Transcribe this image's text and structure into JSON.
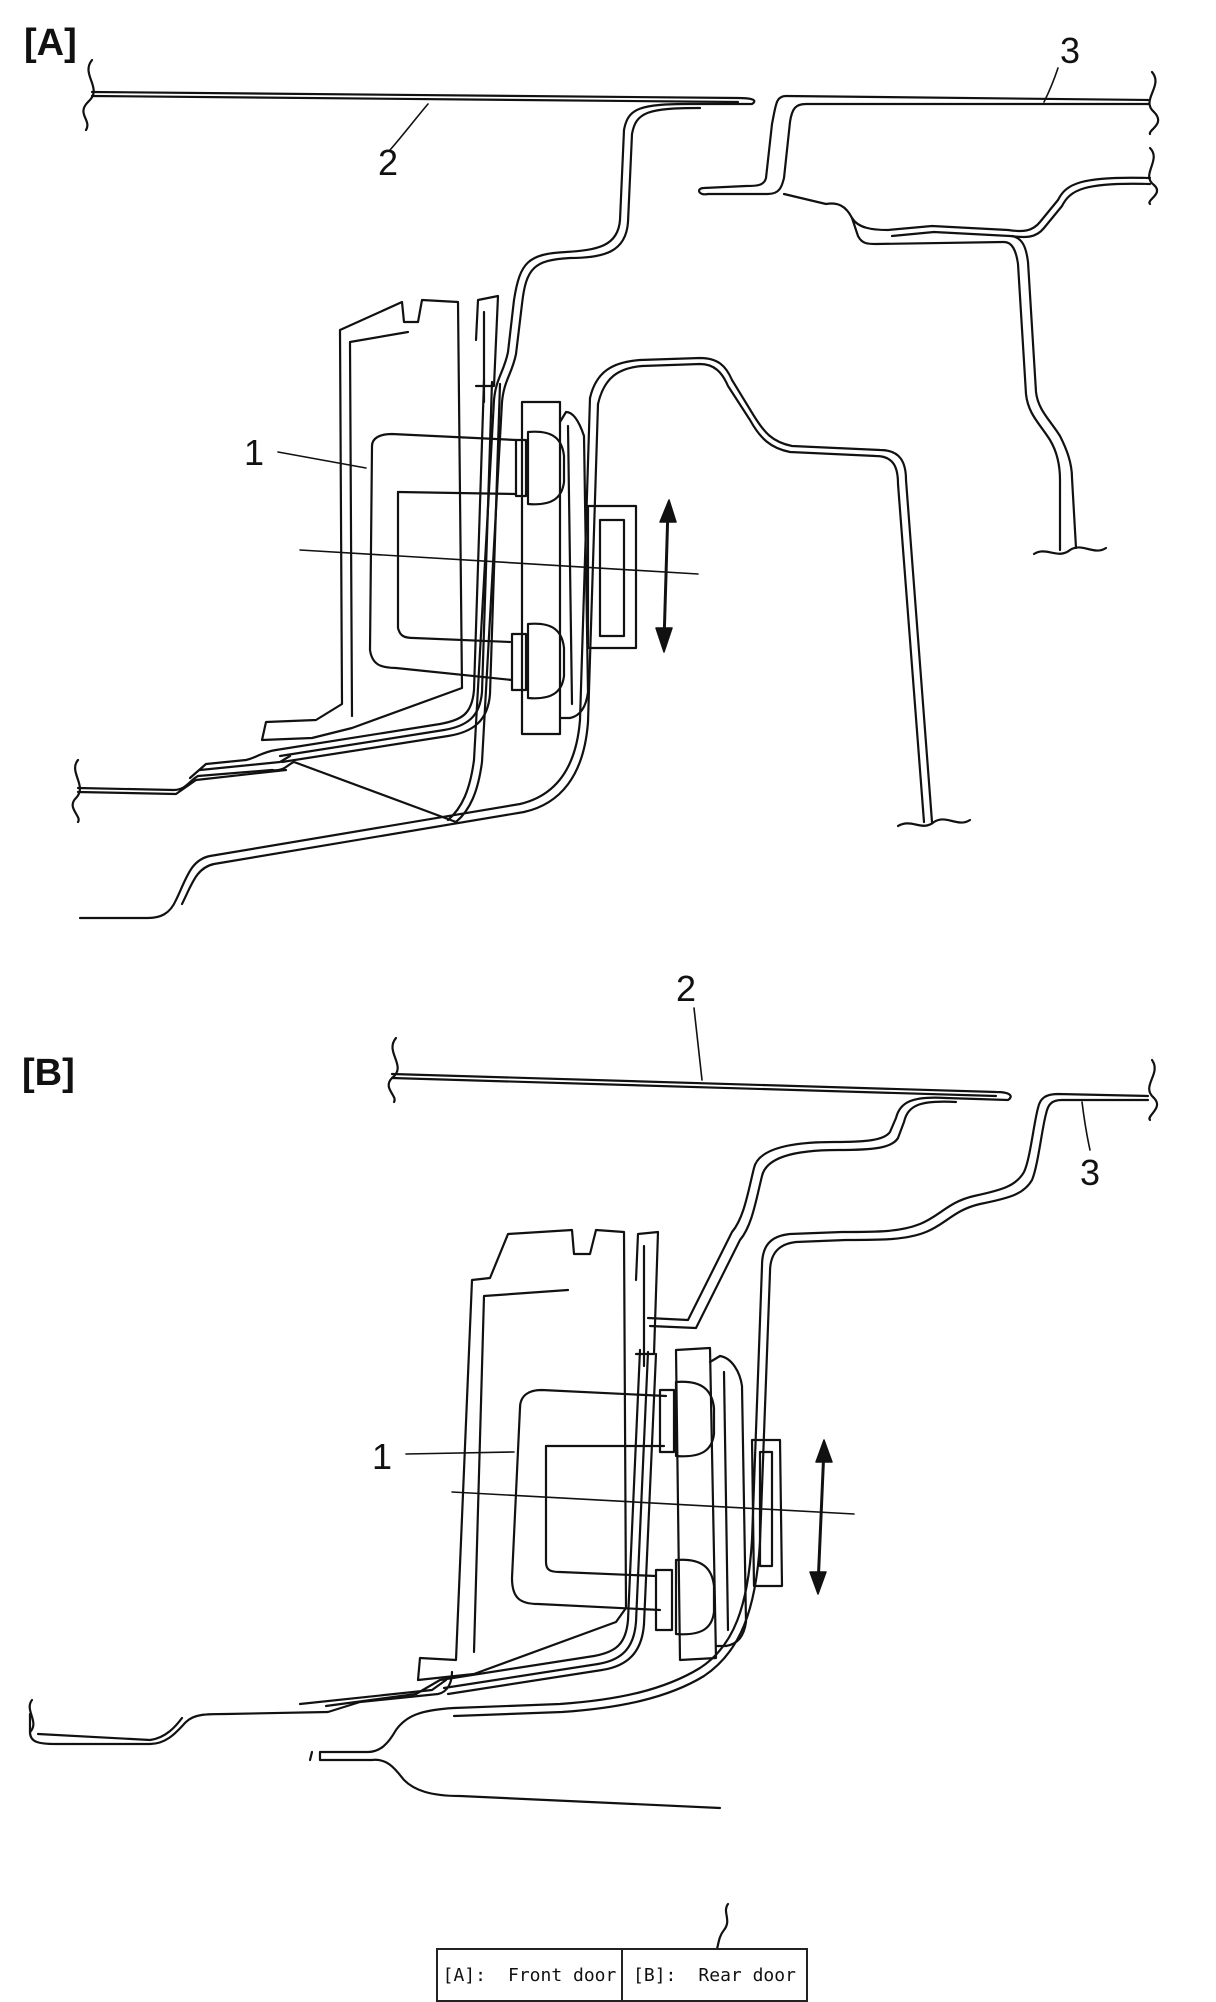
{
  "panels": {
    "a": {
      "tag": "[A]",
      "callouts": {
        "bracket": "1",
        "front_panel": "2",
        "rear_panel": "3"
      }
    },
    "b": {
      "tag": "[B]",
      "callouts": {
        "bracket": "1",
        "front_panel": "2",
        "rear_panel": "3"
      }
    }
  },
  "legend": [
    {
      "key": "[A]:",
      "value": "Front door"
    },
    {
      "key": "[B]:",
      "value": "Rear door"
    }
  ]
}
